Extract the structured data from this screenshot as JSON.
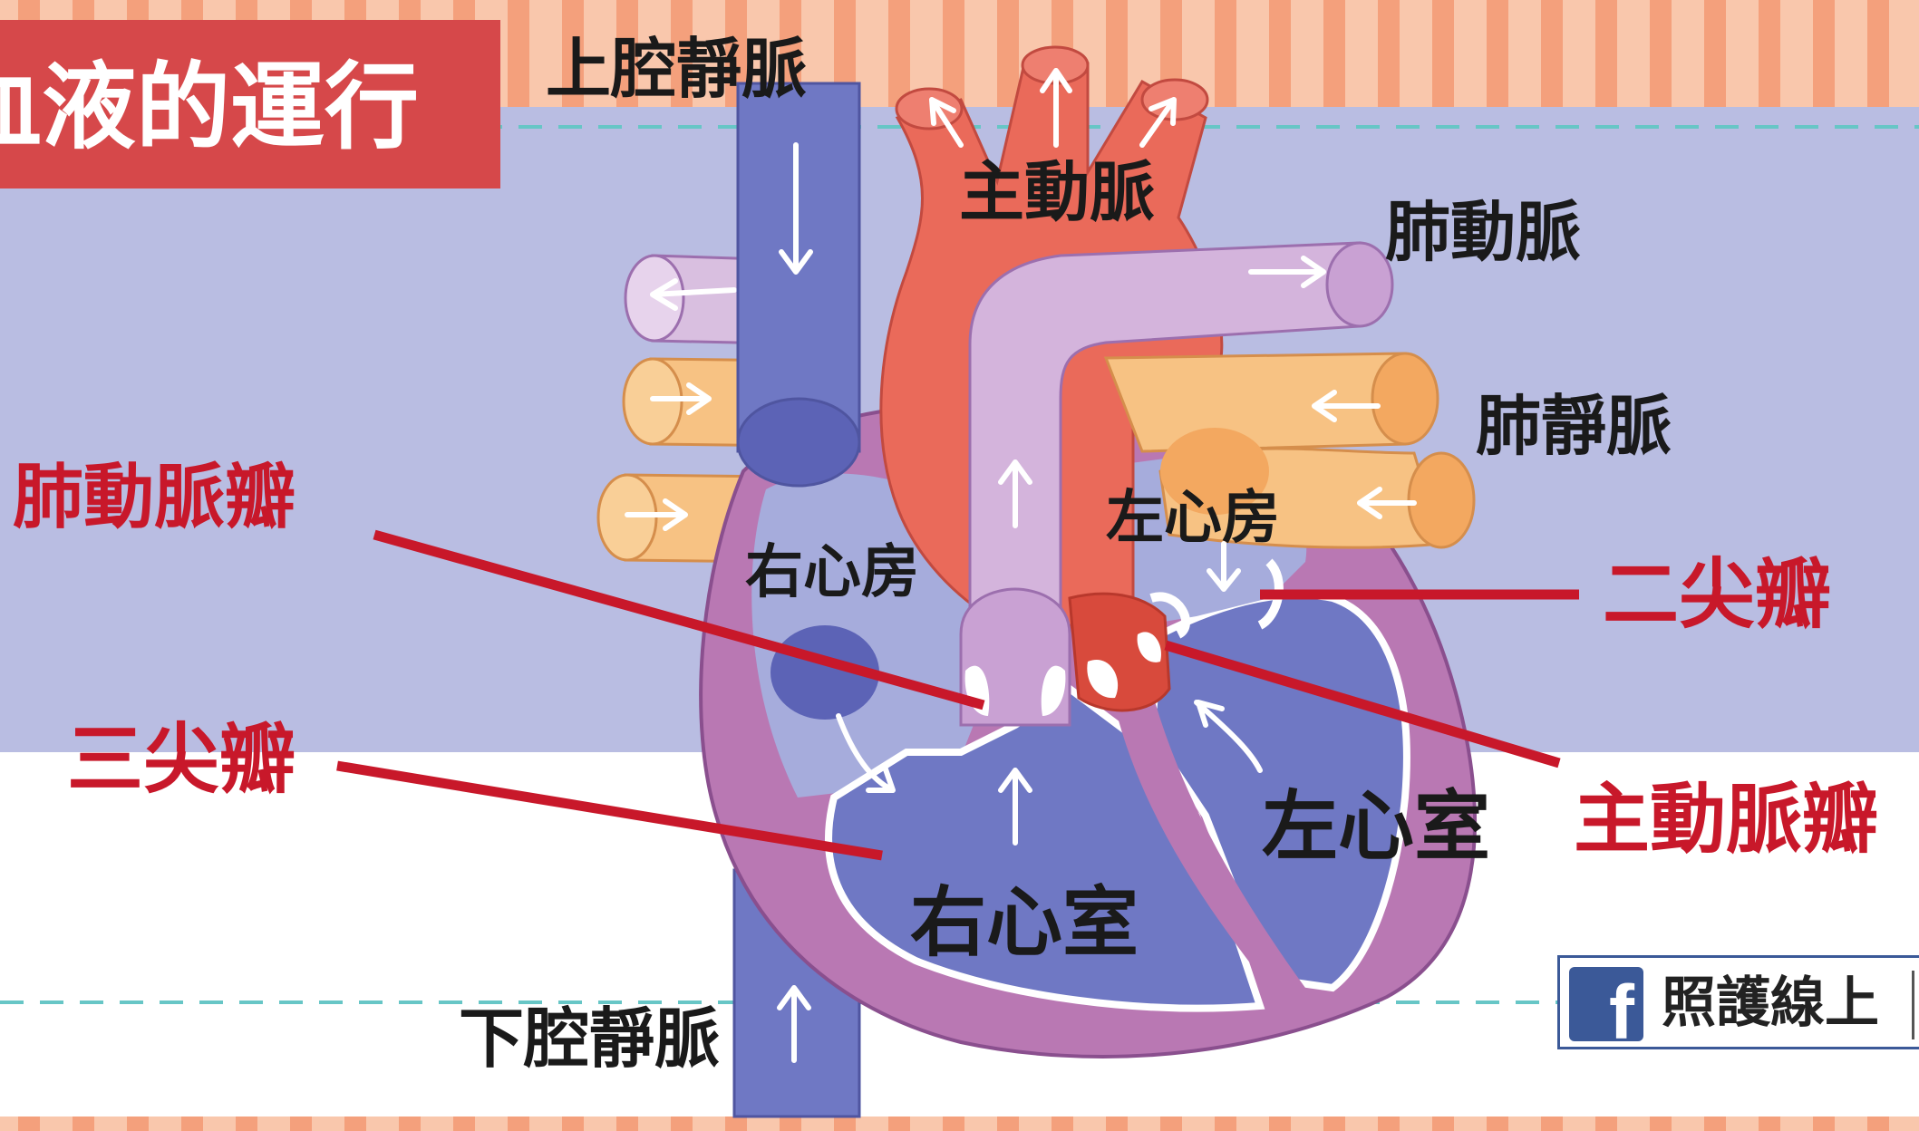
{
  "title": "血液的運行",
  "labels": {
    "superior_vena_cava": "上腔靜脈",
    "aorta": "主動脈",
    "pulmonary_artery": "肺動脈",
    "pulmonary_vein": "肺靜脈",
    "right_atrium": "右心房",
    "left_atrium": "左心房",
    "right_ventricle": "右心室",
    "left_ventricle": "左心室",
    "inferior_vena_cava": "下腔靜脈"
  },
  "valve_labels": {
    "pulmonary_valve": "肺動脈瓣",
    "mitral_valve": "二尖瓣",
    "tricuspid_valve": "三尖瓣",
    "aortic_valve": "主動脈瓣"
  },
  "brand": {
    "icon": "facebook-icon",
    "icon_glyph": "f",
    "name": "照護線上"
  },
  "colors": {
    "label_text": "#1a1a1a",
    "valve_label": "#c8182a",
    "pointer_line": "#c8182a",
    "vena_cava": "#6f78c4",
    "aorta": "#ea6a5a",
    "pulmonary_artery": "#d4b4dc",
    "pulmonary_vein": "#f7c283",
    "heart_wall": "#b978b3",
    "title_banner": "#d6484a",
    "background_band": "#b9bde2",
    "stripe": "#f5a27d"
  }
}
